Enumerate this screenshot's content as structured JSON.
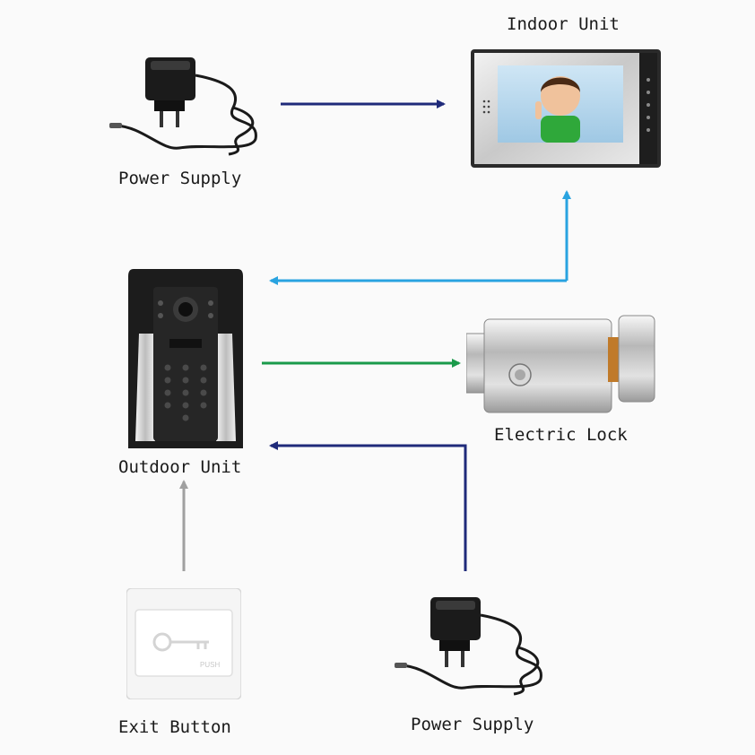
{
  "components": {
    "indoor_unit": {
      "label": "Indoor Unit"
    },
    "outdoor_unit": {
      "label": "Outdoor Unit"
    },
    "electric_lock": {
      "label": "Electric Lock"
    },
    "exit_button": {
      "label": "Exit Button",
      "button_text": "PUSH"
    },
    "power_supply_top": {
      "label": "Power Supply"
    },
    "power_supply_bottom": {
      "label": "Power Supply"
    }
  },
  "connections": [
    {
      "from": "power_supply_top",
      "to": "indoor_unit",
      "color": "#1f2a7a"
    },
    {
      "from": "indoor_unit",
      "to": "outdoor_unit",
      "color": "#29a3e0"
    },
    {
      "from": "outdoor_unit",
      "to": "electric_lock",
      "color": "#1a9a4a"
    },
    {
      "from": "power_supply_bottom",
      "to": "outdoor_unit",
      "color": "#1f2a7a"
    },
    {
      "from": "exit_button",
      "to": "outdoor_unit",
      "color": "#a0a0a0"
    }
  ]
}
